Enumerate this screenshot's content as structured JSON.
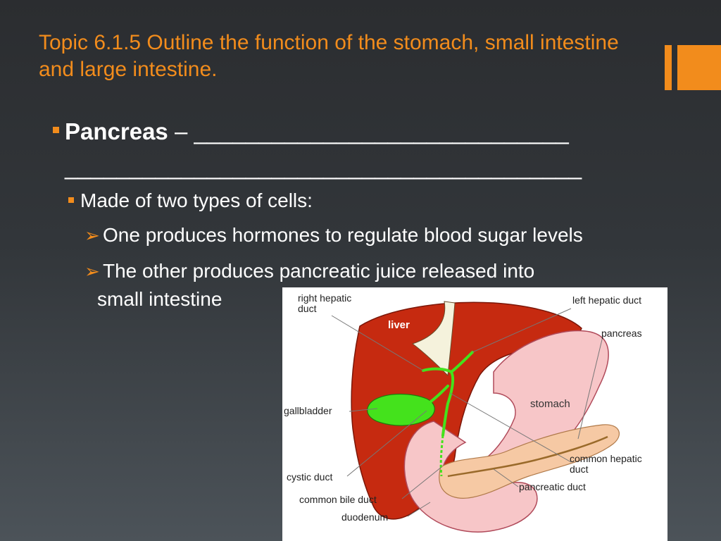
{
  "slide": {
    "title": "Topic 6.1.5 Outline the function of the stomach, small intestine and large intestine.",
    "accent_color": "#f28c1c"
  },
  "bullets": {
    "level1": {
      "term": "Pancreas",
      "dash": " – ",
      "blank_line_1": "_____________________________",
      "blank_line_2": "________________________________________"
    },
    "level2": "Made of two types of cells:",
    "level3": [
      {
        "line1": "One produces hormones to regulate blood sugar levels"
      },
      {
        "line1": "The other produces pancreatic juice released into",
        "line2": "small intestine"
      }
    ],
    "marker_icons": [
      "square-bullet-icon",
      "arrow-bullet-icon"
    ]
  },
  "diagram": {
    "labels": {
      "right_hepatic_1": "right hepatic",
      "right_hepatic_2": "duct",
      "left_hepatic": "left hepatic duct",
      "liver": "liver",
      "pancreas": "pancreas",
      "stomach": "stomach",
      "gallbladder": "gallbladder",
      "common_hepatic_1": "common hepatic",
      "common_hepatic_2": "duct",
      "cystic_duct": "cystic duct",
      "pancreatic_duct": "pancreatic duct",
      "common_bile_duct": "common bile duct",
      "duodenum": "duodenum"
    },
    "colors": {
      "liver": "#c62a10",
      "stomach": "#f7c6c8",
      "gallbladder": "#44e21c",
      "pancreas": "#f6c9a4"
    }
  }
}
